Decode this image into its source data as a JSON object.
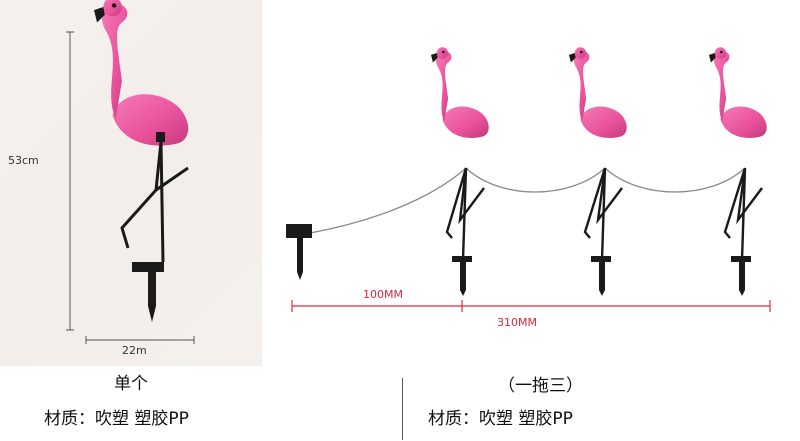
{
  "single": {
    "height_label": "53cm",
    "width_label": "22m",
    "title": "单个",
    "material": "材质：吹塑 塑胶PP"
  },
  "set": {
    "spacing_label": "100MM",
    "total_label": "310MM",
    "title": "（一拖三）",
    "material": "材质：吹塑 塑胶PP"
  },
  "colors": {
    "flamingo_pink": "#e9519a",
    "leg_black": "#1a1a1a",
    "dimension_red": "#e02a3a",
    "dimension_gray": "#555555"
  }
}
